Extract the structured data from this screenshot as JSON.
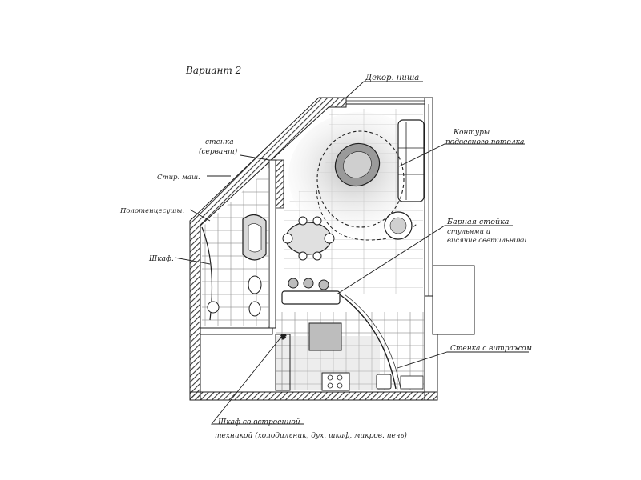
{
  "title": "Вариант 2",
  "labels": {
    "decor_niche": "Декор. ниша",
    "ceiling_contours_1": "Контуры",
    "ceiling_contours_2": "подвесного потолка",
    "bar_counter_1": "Барная стойка",
    "bar_counter_2": "стульями и",
    "bar_counter_3": "висячие светильники",
    "partition_glass": "Стенка с витражом",
    "wall_unit_1": "стенка",
    "wall_unit_2": "(сервант)",
    "washing_machine": "Стир. маш.",
    "towel_rails": "Полотенцесушы.",
    "wardrobe": "Шкаф.",
    "appliance_cabinet_1": "Шкаф со встроенной",
    "appliance_cabinet_2": "техникой (холодильник, дух. шкаф, микров. печь)"
  },
  "colors": {
    "ink": "#1f1f1f",
    "hatch": "#3a3a3a",
    "wash": "#cfcfcf",
    "paper": "#ffffff"
  }
}
